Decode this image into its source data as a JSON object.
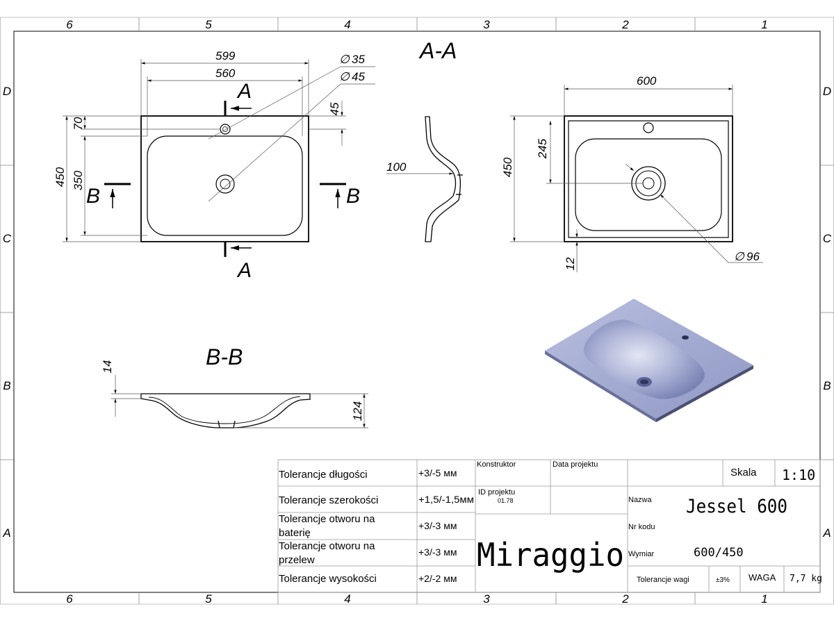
{
  "frame": {
    "columns": [
      "6",
      "5",
      "4",
      "3",
      "2",
      "1"
    ],
    "rows": [
      "D",
      "C",
      "B",
      "A"
    ]
  },
  "views": {
    "section_aa": "A-A",
    "section_bb": "B-B",
    "cut_mark_a": "A",
    "cut_mark_b": "B"
  },
  "dimensions": {
    "width_outer": "599",
    "width_inner": "560",
    "hole_small": "35",
    "hole_large": "45",
    "hole_offset": "45",
    "edge_to_hole": "70",
    "depth_total": "450",
    "basin_depth": "350",
    "section_depth": "100",
    "right_width": "600",
    "right_to_drain": "245",
    "right_depth": "450",
    "rim": "12",
    "drain_dia": "96",
    "rim_thickness": "14",
    "height": "124",
    "diameter_symbol": "∅"
  },
  "title_block": {
    "tolerances": [
      {
        "label": "Tolerancje długości",
        "value": "+3/-5 мм"
      },
      {
        "label": "Tolerancje szerokości",
        "value": "+1,5/-1,5мм"
      },
      {
        "label": "Tolerancje otworu na baterię",
        "value": "+3/-3 мм"
      },
      {
        "label": "Tolerancje otworu na przelew",
        "value": "+3/-3 мм"
      },
      {
        "label": "Tolerancje wysokości",
        "value": "+2/-2 мм"
      }
    ],
    "konstruktor_label": "Konstruktor",
    "data_label": "Data projektu",
    "id_label": "ID projektu",
    "id_value": "01.78",
    "brand": "Miraggio",
    "skala_label": "Skala",
    "skala_value": "1:10",
    "nazwa_label": "Nazwa",
    "nazwa_value": "Jessel 600",
    "kod_label": "Nr kodu",
    "wymiar_label": "Wymiar",
    "wymiar_value": "600/450",
    "waga_tol_label": "Tolerancje wagi",
    "waga_tol_value": "±3%",
    "waga_label": "WAGA",
    "waga_value": "7,7 kg"
  },
  "colors": {
    "line": "#000000",
    "dim_line": "#555555",
    "basin_fill": "#a9b0d2",
    "basin_shade": "#7c86b6"
  }
}
